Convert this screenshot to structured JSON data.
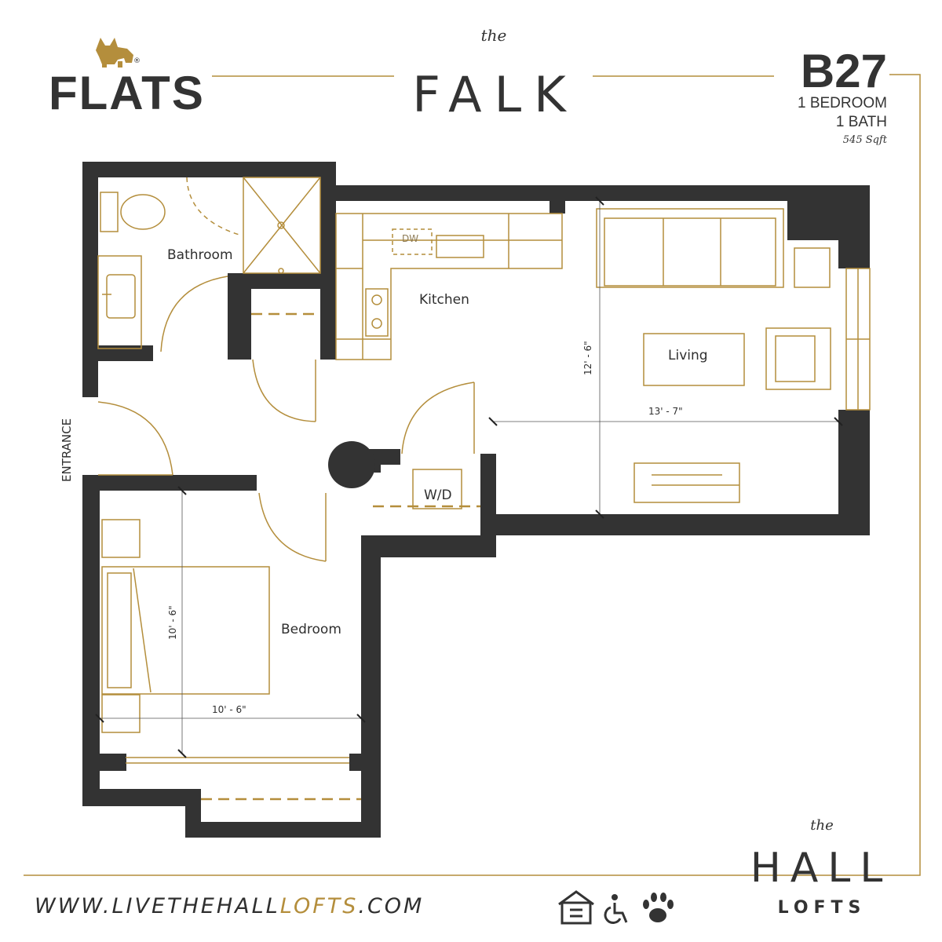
{
  "brand": {
    "logo_text": "FLATS",
    "registered_mark": "®",
    "logo_icon": "french-bulldog-icon"
  },
  "building": {
    "prefix": "the",
    "name": "FALK"
  },
  "unit": {
    "code": "B27",
    "bedrooms": "1 BEDROOM",
    "baths": "1 BATH",
    "area": "545 Sqft"
  },
  "rooms": {
    "bathroom": "Bathroom",
    "kitchen": "Kitchen",
    "living": "Living",
    "bedroom": "Bedroom",
    "laundry": "W/D",
    "dishwasher": "DW",
    "entrance": "ENTRANCE"
  },
  "dimensions": {
    "living_height": "12' - 6\"",
    "living_width": "13' - 7\"",
    "bedroom_height": "10' - 6\"",
    "bedroom_width": "10' - 6\""
  },
  "footer": {
    "website_prefix": "WWW.LIVETHEHALL",
    "website_highlight": "LOFTS",
    "website_suffix": ".COM",
    "icons": [
      "equal-housing-icon",
      "accessibility-icon",
      "pet-friendly-icon"
    ]
  },
  "community": {
    "prefix": "the",
    "name": "HALL",
    "sub": "LOFTS"
  },
  "colors": {
    "wall": "#333333",
    "gold": "#b48e3c",
    "text": "#2f2f2f",
    "line": "#c8ac6a"
  }
}
